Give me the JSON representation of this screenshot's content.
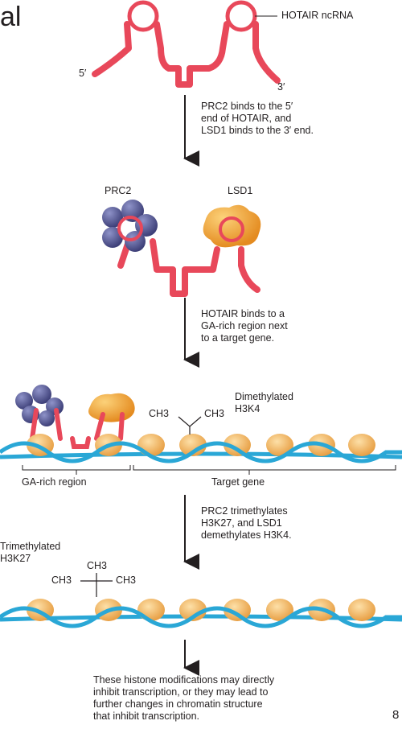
{
  "slide_title_fragment": "al",
  "slide_number_fragment": "8",
  "labels": {
    "hotair": "HOTAIR ncRNA",
    "five_prime": "5′",
    "three_prime": "3′",
    "prc2": "PRC2",
    "lsd1": "LSD1",
    "dimethylated": "Dimethylated\nH3K4",
    "ch3_left": "CH3",
    "ch3_right": "CH3",
    "trimethylated": "Trimethylated\nH3K27",
    "ch3_top2": "CH3",
    "ch3_left2": "CH3",
    "ch3_right2": "CH3",
    "ga_region": "GA-rich region",
    "target_gene": "Target gene"
  },
  "steps": [
    "PRC2 binds to the 5′\nend of HOTAIR, and\nLSD1 binds to the 3′ end.",
    "HOTAIR binds to a\nGA-rich region next\nto a target gene.",
    "PRC2 trimethylates\nH3K27, and LSD1\ndemethylates H3K4."
  ],
  "conclusion": "These histone modifications may directly\ninhibit transcription, or they may lead to\nfurther changes in chromatin structure\nthat inhibit transcription.",
  "colors": {
    "rna": "#e8485a",
    "dna": "#2aa7d6",
    "prc2": "#5a5d9c",
    "lsd1": "#f2a33a",
    "nucleosome": "#f0b060"
  }
}
